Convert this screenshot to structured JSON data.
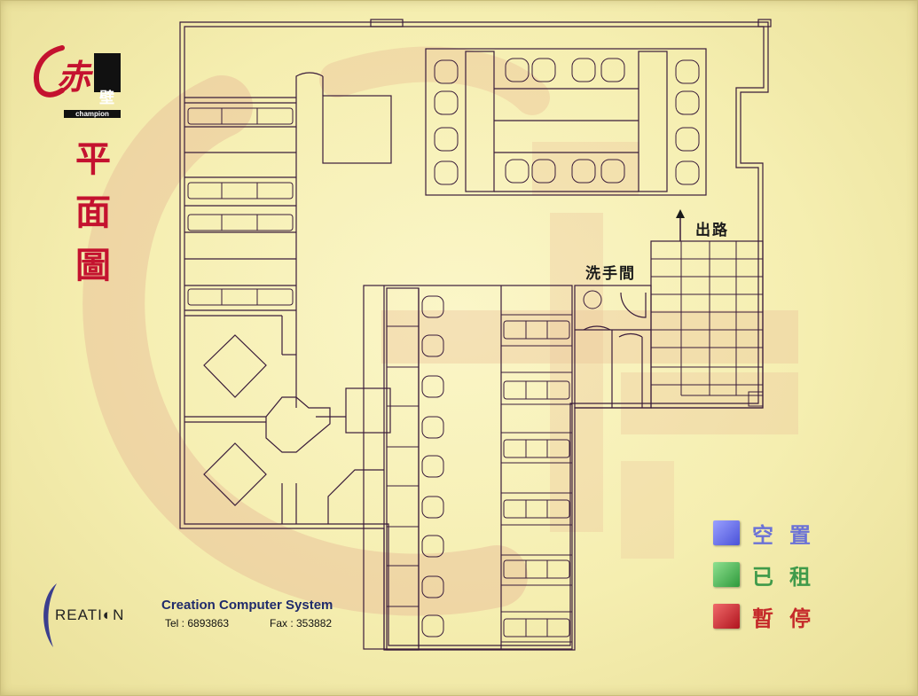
{
  "brand": {
    "logo_char": "赤",
    "logo_sub": "壁",
    "logo_en": "champion"
  },
  "title": {
    "chars": [
      "平",
      "面",
      "圖"
    ]
  },
  "plan": {
    "exit_label": "出路",
    "washroom_label": "洗手間"
  },
  "legend": {
    "items": [
      {
        "label": "空置",
        "color": "#5b63e6",
        "text_color": "#6b72d6"
      },
      {
        "label": "已租",
        "color": "#3da74a",
        "text_color": "#3f9a4a"
      },
      {
        "label": "暫停",
        "color": "#c8202a",
        "text_color": "#c52a2a"
      }
    ]
  },
  "company": {
    "logo_text": "REATI◐N",
    "name": "Creation Computer System",
    "tel": "Tel : 6893863",
    "fax": "Fax : 353882"
  },
  "colors": {
    "line": "#3a1c3a",
    "title": "#c4122f",
    "watermark": "#e7b98c"
  }
}
